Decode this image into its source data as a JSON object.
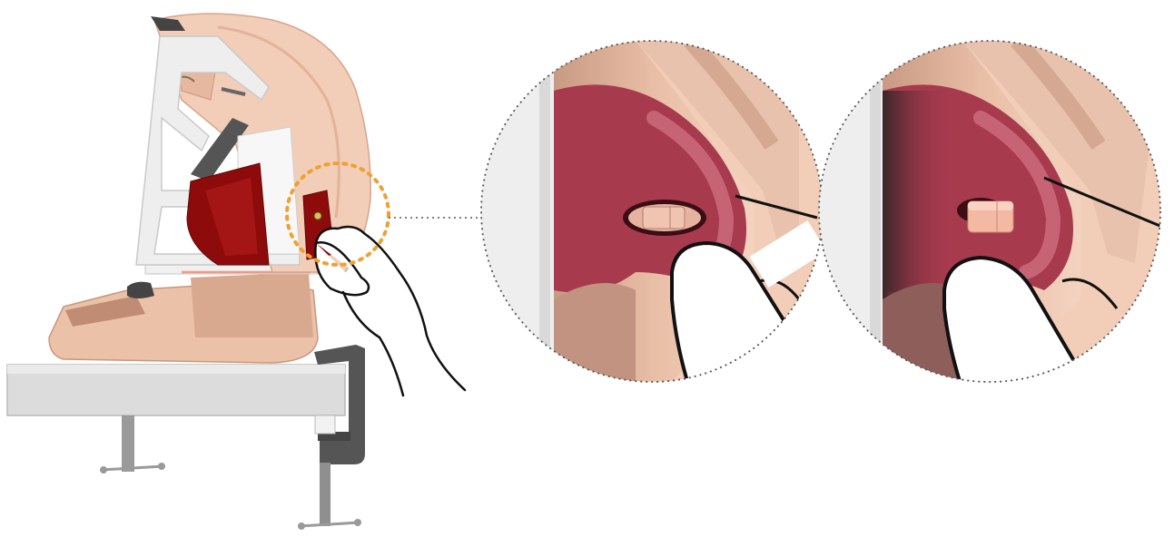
{
  "figure": {
    "panels": [
      {
        "name": "simulator-overview",
        "callout_color": "#f0a030"
      },
      {
        "name": "detail-step-press",
        "state": "pressed"
      },
      {
        "name": "detail-step-released",
        "state": "released"
      }
    ],
    "colors": {
      "skin": "#f2cdb8",
      "skin_shadow": "#dcae94",
      "tissue": "#a83a4e",
      "tissue_dark": "#8e0b0b",
      "frame": "#eeeeee",
      "frame_outline": "#c9c9c9",
      "clamp": "#555555",
      "table": "#dcdcdc",
      "button": "#f3b9a3",
      "callout": "#f0a030",
      "leader": "#555555"
    },
    "icons": [
      "hand-icon",
      "clamp-icon",
      "button-icon"
    ]
  }
}
